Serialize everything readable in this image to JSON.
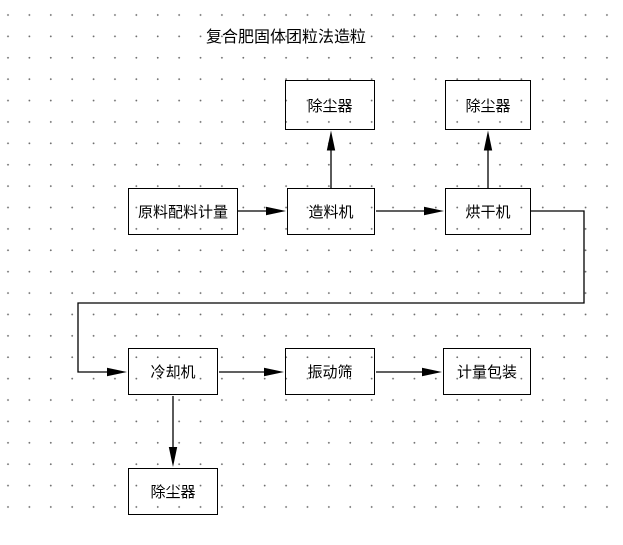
{
  "title": "复合肥固体团粒法造粒",
  "colors": {
    "background": "#ffffff",
    "grid_dot": "#6e6e6e",
    "line": "#000000",
    "box_border": "#000000",
    "text": "#000000"
  },
  "nodes": {
    "dust_collector_top_left": {
      "label": "除尘器"
    },
    "dust_collector_top_right": {
      "label": "除尘器"
    },
    "raw_material_metering": {
      "label": "原料配料计量"
    },
    "granulator": {
      "label": "造料机"
    },
    "dryer": {
      "label": "烘干机"
    },
    "cooler": {
      "label": "冷却机"
    },
    "vibrating_screen": {
      "label": "振动筛"
    },
    "metering_packaging": {
      "label": "计量包装"
    },
    "dust_collector_bottom": {
      "label": "除尘器"
    }
  },
  "connections": [
    {
      "from": "raw_material_metering",
      "to": "granulator",
      "type": "arrow"
    },
    {
      "from": "granulator",
      "to": "dust_collector_top_left",
      "type": "arrow"
    },
    {
      "from": "granulator",
      "to": "dryer",
      "type": "arrow"
    },
    {
      "from": "dryer",
      "to": "dust_collector_top_right",
      "type": "arrow"
    },
    {
      "from": "dryer",
      "to": "cooler",
      "type": "arrow-routed"
    },
    {
      "from": "cooler",
      "to": "vibrating_screen",
      "type": "arrow"
    },
    {
      "from": "vibrating_screen",
      "to": "metering_packaging",
      "type": "arrow"
    },
    {
      "from": "cooler",
      "to": "dust_collector_bottom",
      "type": "arrow"
    }
  ]
}
